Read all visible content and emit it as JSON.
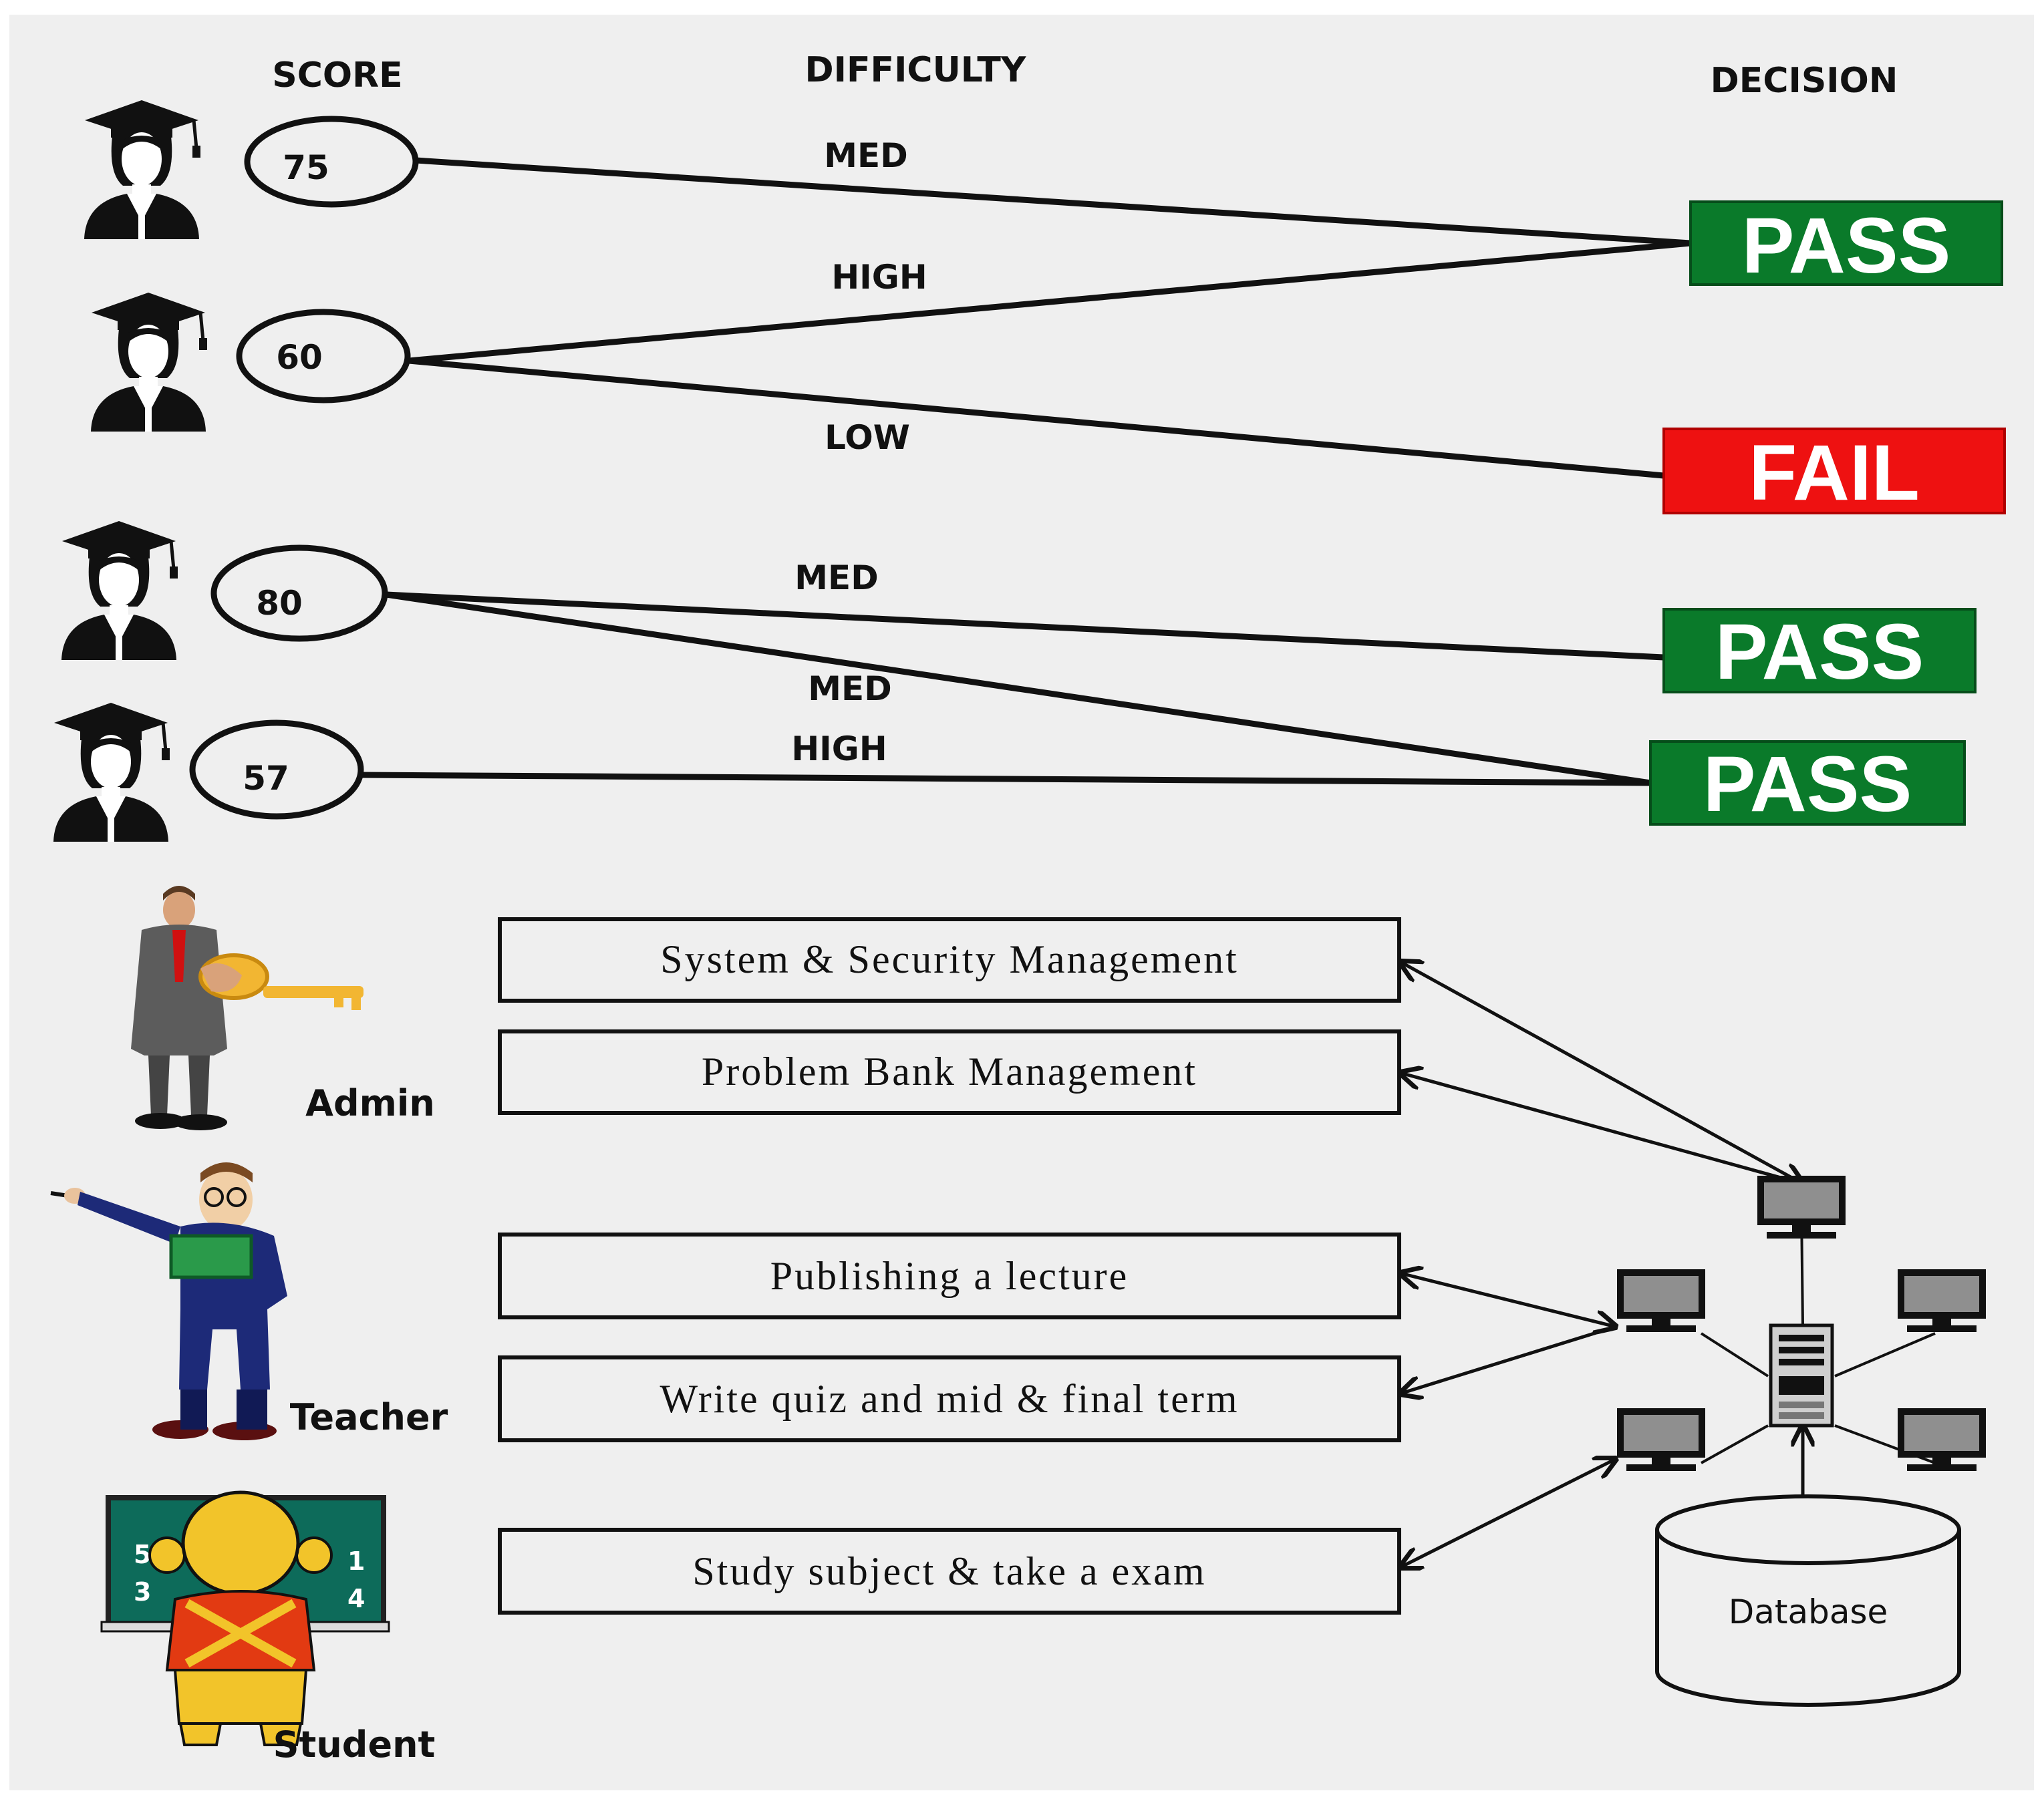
{
  "headers": {
    "score": "SCORE",
    "difficulty": "DIFFICULTY",
    "decision": "DECISION"
  },
  "students": [
    {
      "score": "75"
    },
    {
      "score": "60"
    },
    {
      "score": "80"
    },
    {
      "score": "57"
    }
  ],
  "difficulty_labels": [
    "MED",
    "HIGH",
    "LOW",
    "MED",
    "MED",
    "HIGH"
  ],
  "decisions": [
    {
      "label": "PASS",
      "color": "#0a7a2a"
    },
    {
      "label": "FAIL",
      "color": "#ee1111"
    },
    {
      "label": "PASS",
      "color": "#0a7a2a"
    },
    {
      "label": "PASS",
      "color": "#0a7a2a"
    }
  ],
  "roles": {
    "admin": "Admin",
    "teacher": "Teacher",
    "student": "Student"
  },
  "functions": [
    "System & Security Management",
    "Problem Bank Management",
    "Publishing a lecture",
    "Write quiz and mid & final term",
    "Study subject & take a exam"
  ],
  "database_label": "Database",
  "colors": {
    "pass": "#0a7a2a",
    "fail": "#ee1111",
    "background": "#efefef"
  }
}
